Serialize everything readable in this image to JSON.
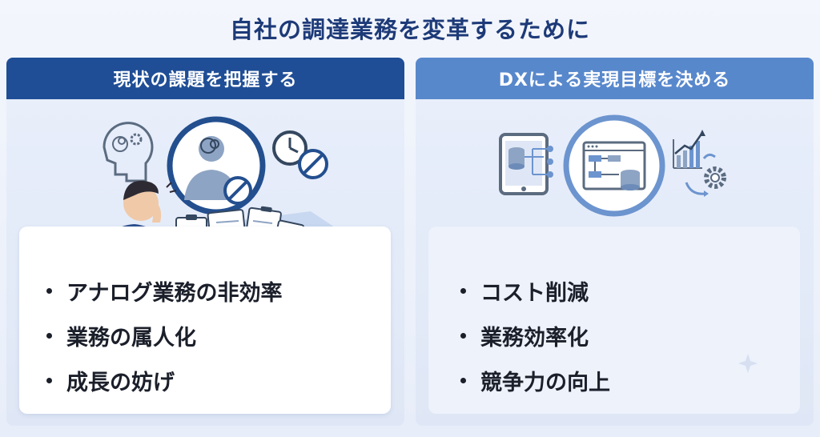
{
  "title": "自社の調達業務を変革するために",
  "left": {
    "header": "現状の課題を把握する",
    "bullets": [
      "アナログ業務の非効率",
      "業務の属人化",
      "成長の妨げ"
    ]
  },
  "right": {
    "header": "DXによる実現目標を決める",
    "bullets": [
      "コスト削減",
      "業務効率化",
      "競争力の向上"
    ]
  },
  "colors": {
    "title": "#1d3a78",
    "left_header": "#1f4e96",
    "right_header": "#5888cc",
    "accent_dark": "#234f8f",
    "accent_light": "#6c94cf"
  },
  "icons": {
    "left": [
      "confused-head-icon",
      "frustrated-person-icon",
      "clock-icon",
      "prohibited-icon",
      "clipboard-icon",
      "documents-icon",
      "worried-man-icon"
    ],
    "right": [
      "tablet-database-icon",
      "workflow-monitor-icon",
      "growth-chart-icon",
      "gear-cycle-icon"
    ]
  }
}
